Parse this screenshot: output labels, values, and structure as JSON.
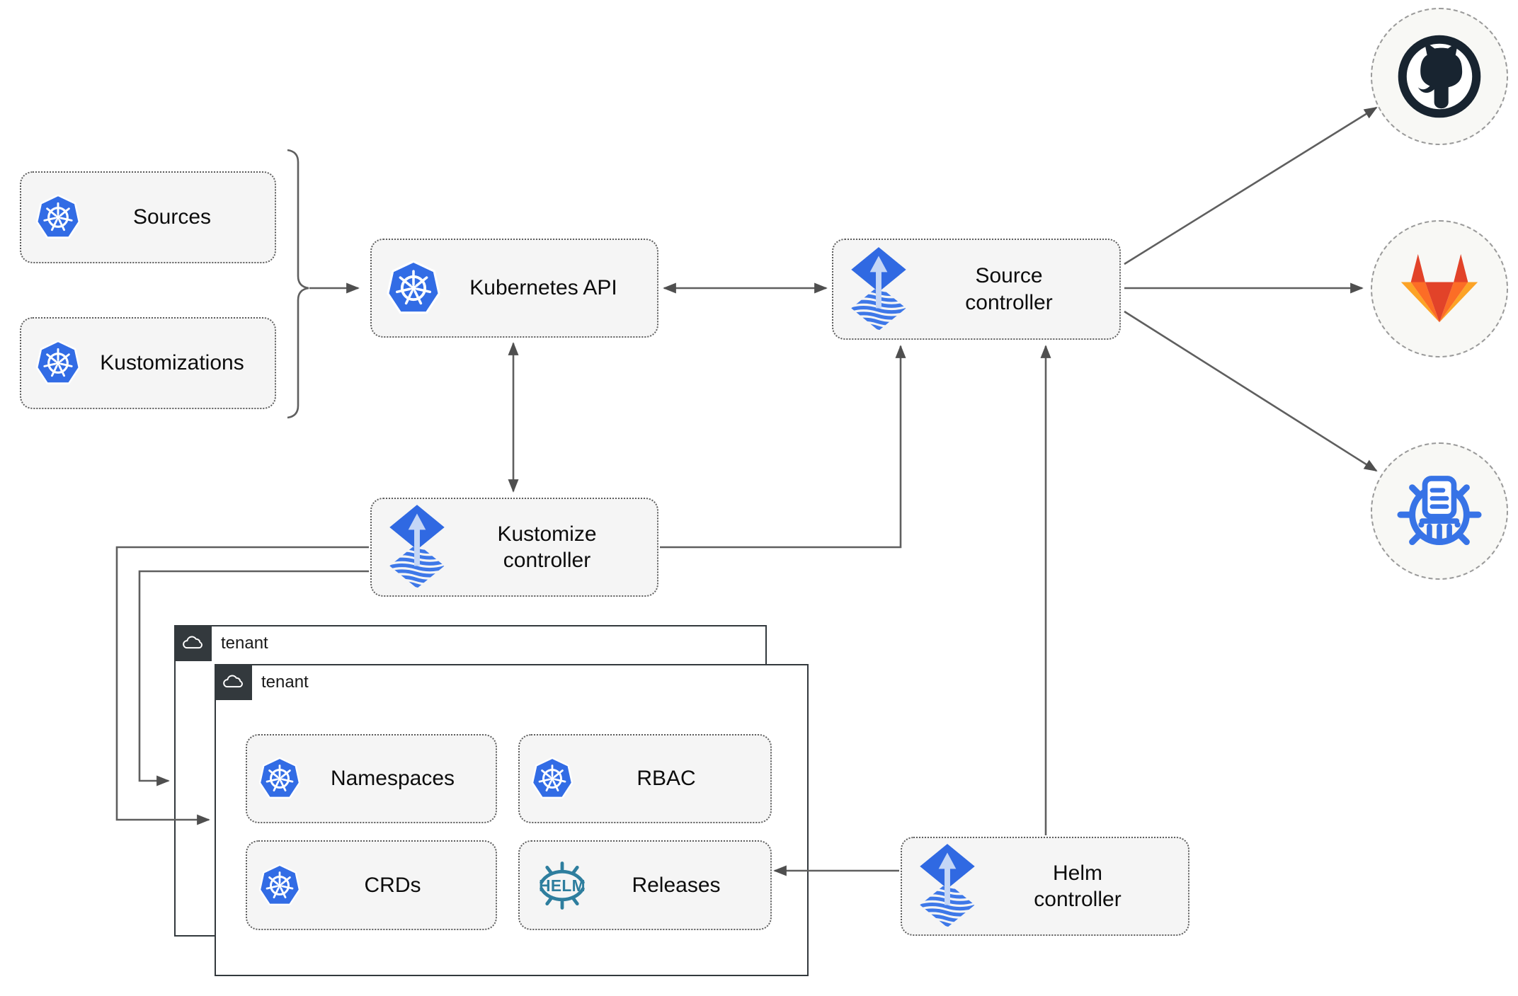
{
  "diagram_type": "flux-gitops-architecture",
  "resources_left": [
    {
      "label": "Sources",
      "icon": "kubernetes-icon"
    },
    {
      "label": "Kustomizations",
      "icon": "kubernetes-icon"
    }
  ],
  "nodes": {
    "kubernetes_api": {
      "label": "Kubernetes API",
      "icon": "kubernetes-icon"
    },
    "source_controller": {
      "label": "Source controller",
      "icon": "flux-icon"
    },
    "kustomize_controller": {
      "label": "Kustomize controller",
      "icon": "flux-icon"
    },
    "helm_controller": {
      "label": "Helm controller",
      "icon": "flux-icon"
    }
  },
  "tenants": [
    {
      "label": "tenant",
      "icon": "cloud-icon"
    },
    {
      "label": "tenant",
      "icon": "cloud-icon"
    }
  ],
  "tenant_items": [
    {
      "label": "Namespaces",
      "icon": "kubernetes-icon"
    },
    {
      "label": "RBAC",
      "icon": "kubernetes-icon"
    },
    {
      "label": "CRDs",
      "icon": "kubernetes-icon"
    },
    {
      "label": "Releases",
      "icon": "helm-icon"
    }
  ],
  "helm_logo_text": "HELM",
  "external_targets": [
    {
      "icon": "github-icon"
    },
    {
      "icon": "gitlab-icon"
    },
    {
      "icon": "chart-repository-icon"
    }
  ],
  "colors": {
    "kubernetes_blue": "#326CE5",
    "flux_blue": "#3069E2",
    "flux_arrow_light": "#C4D6F6",
    "helm_teal": "#2E7E9E",
    "github_dark": "#182430",
    "gitlab_red": "#E24329",
    "gitlab_orange_mid": "#FC6D26",
    "gitlab_orange_light": "#FCA326",
    "chart_repo_blue": "#3773E6",
    "box_background": "#F5F5F5",
    "tenant_dark": "#33393D",
    "wire_gray": "#5f5f5f"
  }
}
